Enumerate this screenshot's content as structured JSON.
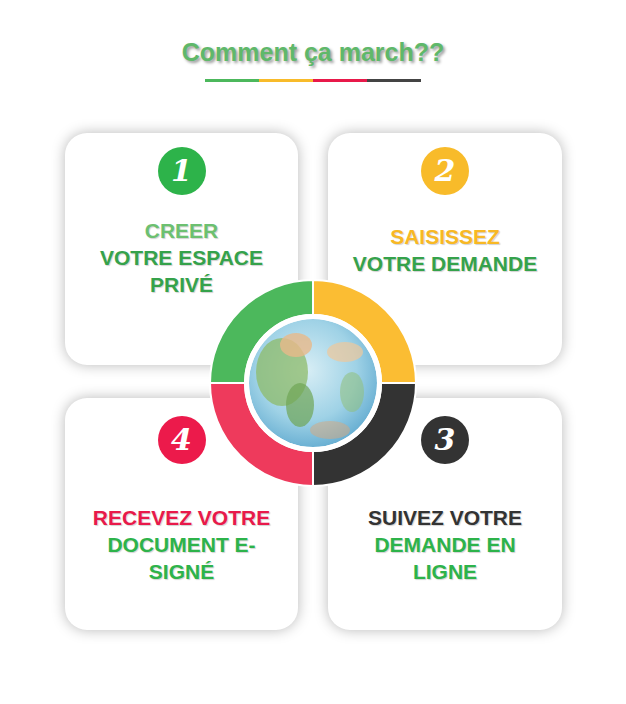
{
  "diagram": {
    "title": "Comment ça march??",
    "nodes": [
      {
        "text": [
          "CREER",
          "VOTRE ESPACE PRIVÉ"
        ]
      },
      {
        "text": [
          "1"
        ],
        "in": 0
      },
      {
        "text": [
          "SAISISSEZ",
          "VOTRE DEMANDE"
        ]
      },
      {
        "text": [
          "2"
        ],
        "in": 2
      },
      {
        "text": [
          "SUIVEZ VOTRE",
          "DEMANDE EN LIGNE"
        ]
      },
      {
        "text": [
          "3"
        ],
        "in": 4
      },
      {
        "text": [
          "RECEVEZ VOTRE",
          "DOCUMENT E-SIGNÉ"
        ]
      },
      {
        "text": [
          "4"
        ],
        "in": 6
      }
    ]
  }
}
